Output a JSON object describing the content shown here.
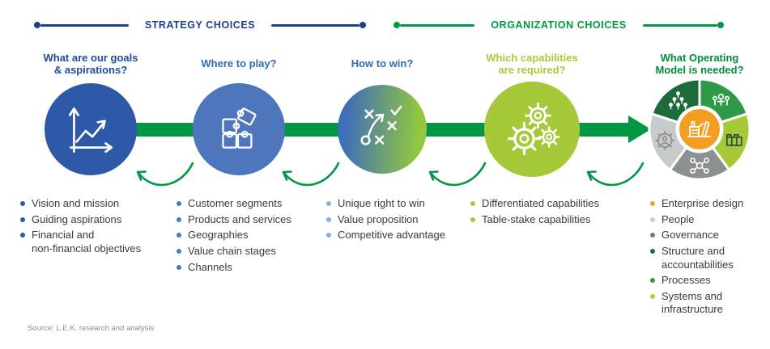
{
  "titles": {
    "strategy": {
      "label": "STRATEGY CHOICES",
      "color": "#1e3f94"
    },
    "organization": {
      "label": "ORGANIZATION CHOICES",
      "color": "#009845"
    }
  },
  "flow": {
    "color": "#009845"
  },
  "stages": [
    {
      "question": "What are our goals\n& aspirations?",
      "question_color": "#1e4b9e",
      "circle_bg": "#2d59a7",
      "icon": "line-chart-icon",
      "bullets": [
        {
          "text": "Vision and mission",
          "color": "#2d59a7"
        },
        {
          "text": "Guiding aspirations",
          "color": "#2d59a7"
        },
        {
          "text": "Financial and\nnon-financial objectives",
          "color": "#2d59a7"
        }
      ]
    },
    {
      "question": "Where to play?",
      "question_color": "#2e6cb6",
      "circle_bg": "#4d76bd",
      "icon": "puzzle-icon",
      "bullets": [
        {
          "text": "Customer segments",
          "color": "#4d76bd"
        },
        {
          "text": "Products and services",
          "color": "#4d76bd"
        },
        {
          "text": "Geographies",
          "color": "#4d76bd"
        },
        {
          "text": "Value chain stages",
          "color": "#4d76bd"
        },
        {
          "text": "Channels",
          "color": "#4d76bd"
        }
      ]
    },
    {
      "question": "How to win?",
      "question_color": "#2e6cb6",
      "circle_bg": "linear-gradient(95deg, #3f6fb8 12%, #93c83e 88%)",
      "icon": "strategy-playbook-icon",
      "bullets": [
        {
          "text": "Unique right to win",
          "color": "#89b0dd"
        },
        {
          "text": "Value proposition",
          "color": "#89b0dd"
        },
        {
          "text": "Competitive advantage",
          "color": "#89b0dd"
        }
      ]
    },
    {
      "question": "Which capabilities\nare required?",
      "question_color": "#aec73c",
      "circle_bg": "#a6c939",
      "icon": "gears-icon",
      "bullets": [
        {
          "text": "Differentiated capabilities",
          "color": "#a6c939"
        },
        {
          "text": "Table-stake capabilities",
          "color": "#a6c939"
        }
      ]
    },
    {
      "question": "What Operating\nModel is needed?",
      "question_color": "#008c3f",
      "icon": "operating-model-wheel-icon",
      "bullets": [
        {
          "text": "Enterprise design",
          "color": "#f0a23a"
        },
        {
          "text": "People",
          "color": "#c9cdd0"
        },
        {
          "text": "Governance",
          "color": "#77797a"
        },
        {
          "text": "Structure and\naccountabilities",
          "color": "#1d6b3a"
        },
        {
          "text": "Processes",
          "color": "#2e9a47"
        },
        {
          "text": "Systems and\ninfrastructure",
          "color": "#b5cc35"
        }
      ]
    }
  ],
  "wheel": {
    "segments": [
      {
        "icon": "people-icon",
        "color": "#2e9a47"
      },
      {
        "icon": "building-icon",
        "color": "#a6c939"
      },
      {
        "icon": "network-icon",
        "color": "#8d9091"
      },
      {
        "icon": "person-in-gear-icon",
        "color": "#c7cbca"
      },
      {
        "icon": "org-chart-people-icon",
        "color": "#1d6b3a"
      }
    ],
    "center": {
      "icon": "factory-icon",
      "color": "#f29e23"
    }
  },
  "source": "Source: L.E.K. research and analysis"
}
